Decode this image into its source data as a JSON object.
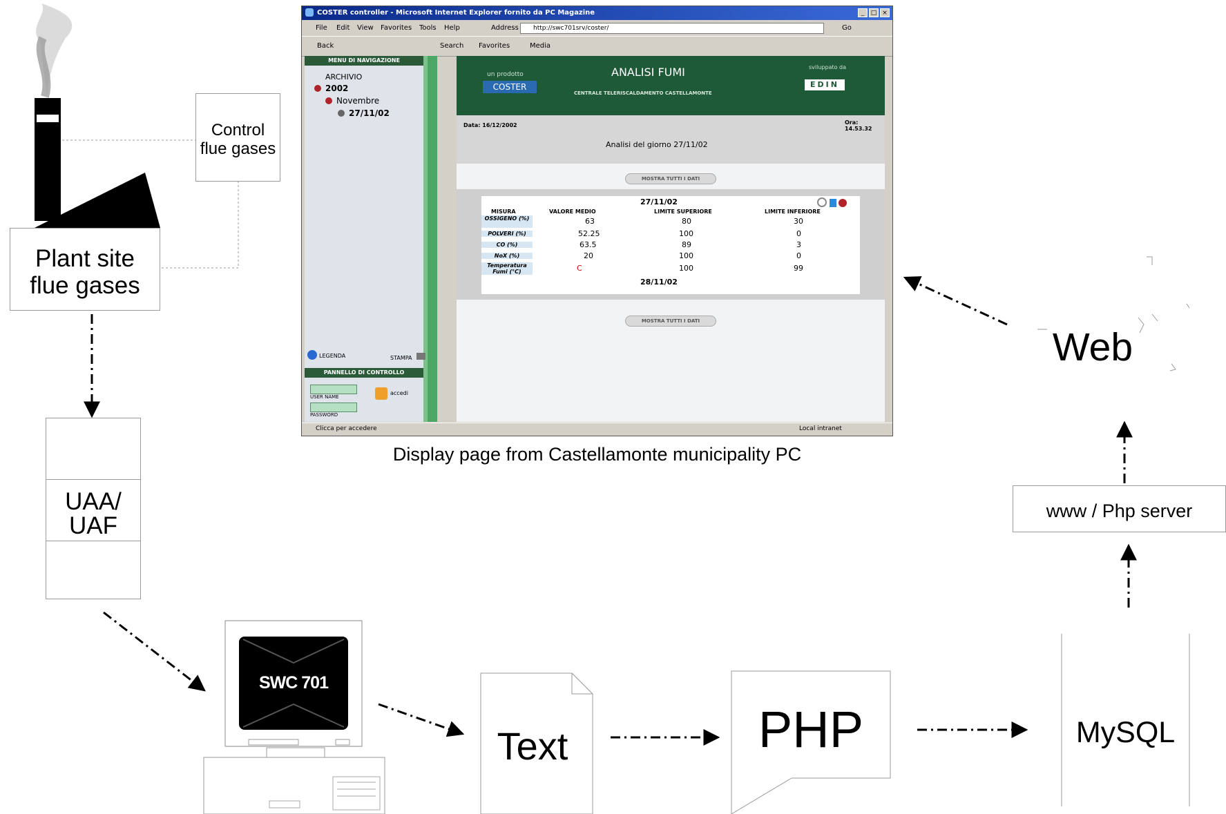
{
  "nodes": {
    "control_flue_gases": "Control\nflue gases",
    "plant_site": "Plant site\nflue gases",
    "uaa_uaf": "UAA/\nUAF",
    "swc701": "SWC 701",
    "text": "Text",
    "php": "PHP",
    "mysql": "MySQL",
    "www_php": "www / Php server",
    "web": "Web"
  },
  "caption": "Display page from Castellamonte municipality PC",
  "browser": {
    "title": "COSTER controller - Microsoft Internet Explorer fornito da PC Magazine",
    "menu": [
      "File",
      "Edit",
      "View",
      "Favorites",
      "Tools",
      "Help"
    ],
    "address_label": "Address",
    "address": "http://swc701srv/coster/",
    "go": "Go",
    "toolbar": [
      "Back",
      "Search",
      "Favorites",
      "Media"
    ],
    "status_left": "Clicca per accedere",
    "status_right": "Local intranet",
    "nav_header": "MENU DI NAVIGAZIONE",
    "tree": [
      "ARCHIVIO",
      "2002",
      "Novembre",
      "27/11/02"
    ],
    "legenda": "LEGENDA",
    "stampa": "STAMPA",
    "control_header": "PANNELLO DI CONTROLLO",
    "user_name": "USER NAME",
    "password": "PASSWORD",
    "accedi": "accedi",
    "product_label": "un prodotto",
    "brand": "COSTER",
    "page_title": "ANALISI FUMI",
    "page_subtitle": "CENTRALE TELERISCALDAMENTO CASTELLAMONTE",
    "developed_by": "sviluppato da",
    "dev_logo": "EDIN",
    "date_label": "Data: 16/12/2002",
    "time_label": "Ora:\n14.53.32",
    "analysis_title": "Analisi del giorno 27/11/02",
    "show_all": "MOSTRA TUTTI I DATI",
    "day1": "27/11/02",
    "day2": "28/11/02",
    "col_headers": [
      "MISURA",
      "VALORE MEDIO",
      "LIMITE SUPERIORE",
      "LIMITE INFERIORE"
    ],
    "rows": [
      {
        "measure": "OSSIGENO (%)",
        "avg": "63",
        "upper": "80",
        "lower": "30"
      },
      {
        "measure": "POLVERI (%)",
        "avg": "52.25",
        "upper": "100",
        "lower": "0"
      },
      {
        "measure": "CO (%)",
        "avg": "63.5",
        "upper": "89",
        "lower": "3"
      },
      {
        "measure": "NoX (%)",
        "avg": "20",
        "upper": "100",
        "lower": "0"
      },
      {
        "measure": "Temperatura Fumi (°C)",
        "avg": "C",
        "upper": "100",
        "lower": "99"
      }
    ]
  }
}
